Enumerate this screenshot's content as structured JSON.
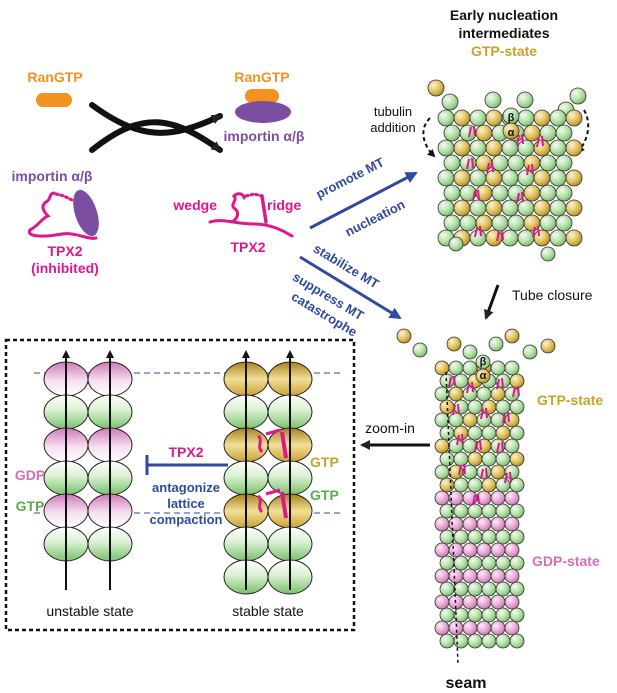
{
  "left": {
    "ran_gtp": "RanGTP",
    "importin": "importin α/β",
    "tpx2": "TPX2",
    "inhibited": "(inhibited)"
  },
  "middle": {
    "ran_gtp": "RanGTP",
    "importin": "importin α/β",
    "wedge": "wedge",
    "ridge": "ridge",
    "tpx2": "TPX2"
  },
  "arrows": {
    "promote_1": "promote MT",
    "promote_2": "nucleation",
    "stabilize_1": "stabilize MT",
    "stabilize_2": "suppress MT",
    "stabilize_3": "catastrophe"
  },
  "top_right": {
    "title_1": "Early nucleation",
    "title_2": "intermediates",
    "gtp_state": "GTP-state",
    "tubulin_1": "tubulin",
    "tubulin_2": "addition",
    "beta": "β",
    "alpha": "α",
    "tube_closure": "Tube closure"
  },
  "lattice": {
    "beta": "β",
    "alpha": "α",
    "gtp_state": "GTP-state",
    "gdp_state": "GDP-state",
    "seam": "seam",
    "zoom_in": "zoom-in"
  },
  "inset": {
    "gdp": "GDP",
    "gtp": "GTP",
    "tpx2": "TPX2",
    "antag_1": "antagonize",
    "antag_2": "lattice",
    "antag_3": "compaction",
    "gtp_right_1": "GTP",
    "gtp_right_2": "GTP",
    "unstable": "unstable state",
    "stable": "stable state"
  },
  "colors": {
    "ran": "#f39221",
    "importin": "#7b4ea1",
    "tpx2": "#e0168c",
    "blue": "#2f4aa0",
    "gtp_gold": "#c9a227",
    "tubulin_green": "#b4dfa8",
    "gdp_pink": "#e3a2cf"
  }
}
